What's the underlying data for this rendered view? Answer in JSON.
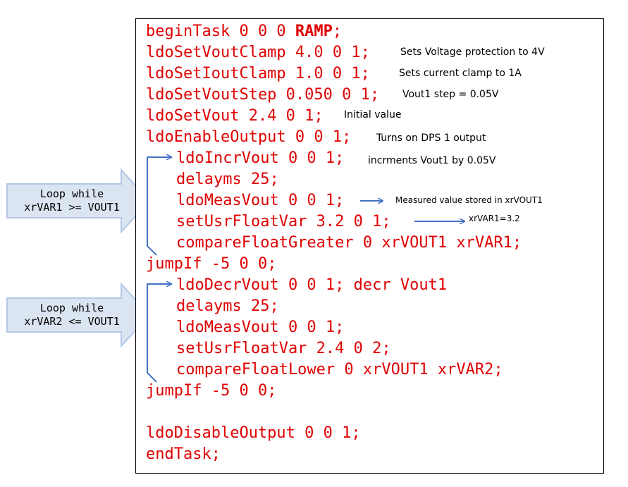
{
  "code": {
    "begin_task": "beginTask 0 0 0 ",
    "begin_task_kw": "RAMP",
    "begin_task_end": ";",
    "set_vout_clamp": "ldoSetVoutClamp 4.0 0 1;",
    "set_vout_clamp_note": "Sets Voltage protection to 4V",
    "set_iout_clamp": "ldoSetIoutClamp 1.0 0 1;",
    "set_iout_clamp_note": "Sets current clamp to 1A",
    "set_vout_step": "ldoSetVoutStep 0.050 0 1;",
    "set_vout_step_note": "Vout1 step = 0.05V",
    "set_vout": "ldoSetVout 2.4 0 1;",
    "set_vout_note": "Initial value",
    "enable_output": "ldoEnableOutput 0 0 1;",
    "enable_output_note": "Turns on DPS 1 output",
    "incr_vout": "ldoIncrVout 0 0 1;",
    "incr_vout_note": "incrments Vout1 by 0.05V",
    "delay_1": "delayms 25;",
    "meas_vout_1": "ldoMeasVout 0 0 1;",
    "meas_vout_1_note": "Measured value stored in xrVOUT1",
    "set_usr_var_1": "setUsrFloatVar 3.2 0 1;",
    "set_usr_var_1_note": "xrVAR1=3.2",
    "compare_greater": "compareFloatGreater 0 xrVOUT1 xrVAR1;",
    "jump_1": "jumpIf -5 0 0;",
    "decr_vout": "ldoDecrVout 0 0 1; decr Vout1",
    "delay_2": "delayms 25;",
    "meas_vout_2": "ldoMeasVout 0 0 1;",
    "set_usr_var_2": "setUsrFloatVar 2.4 0 2;",
    "compare_lower": "compareFloatLower 0 xrVOUT1 xrVAR2;",
    "jump_2": "jumpIf -5 0 0;",
    "disable_output": "ldoDisableOutput 0 0 1;",
    "end_task": "endTask;"
  },
  "loops": [
    {
      "line1": "Loop while",
      "line2": "xrVAR1 >= VOUT1"
    },
    {
      "line1": "Loop while",
      "line2": "xrVAR2 <= VOUT1"
    }
  ],
  "colors": {
    "code": "#e00000",
    "note": "#000000",
    "arrow_fill": "#dbe5f1",
    "arrow_stroke": "#b4c7e7",
    "connector": "#4472c4"
  }
}
